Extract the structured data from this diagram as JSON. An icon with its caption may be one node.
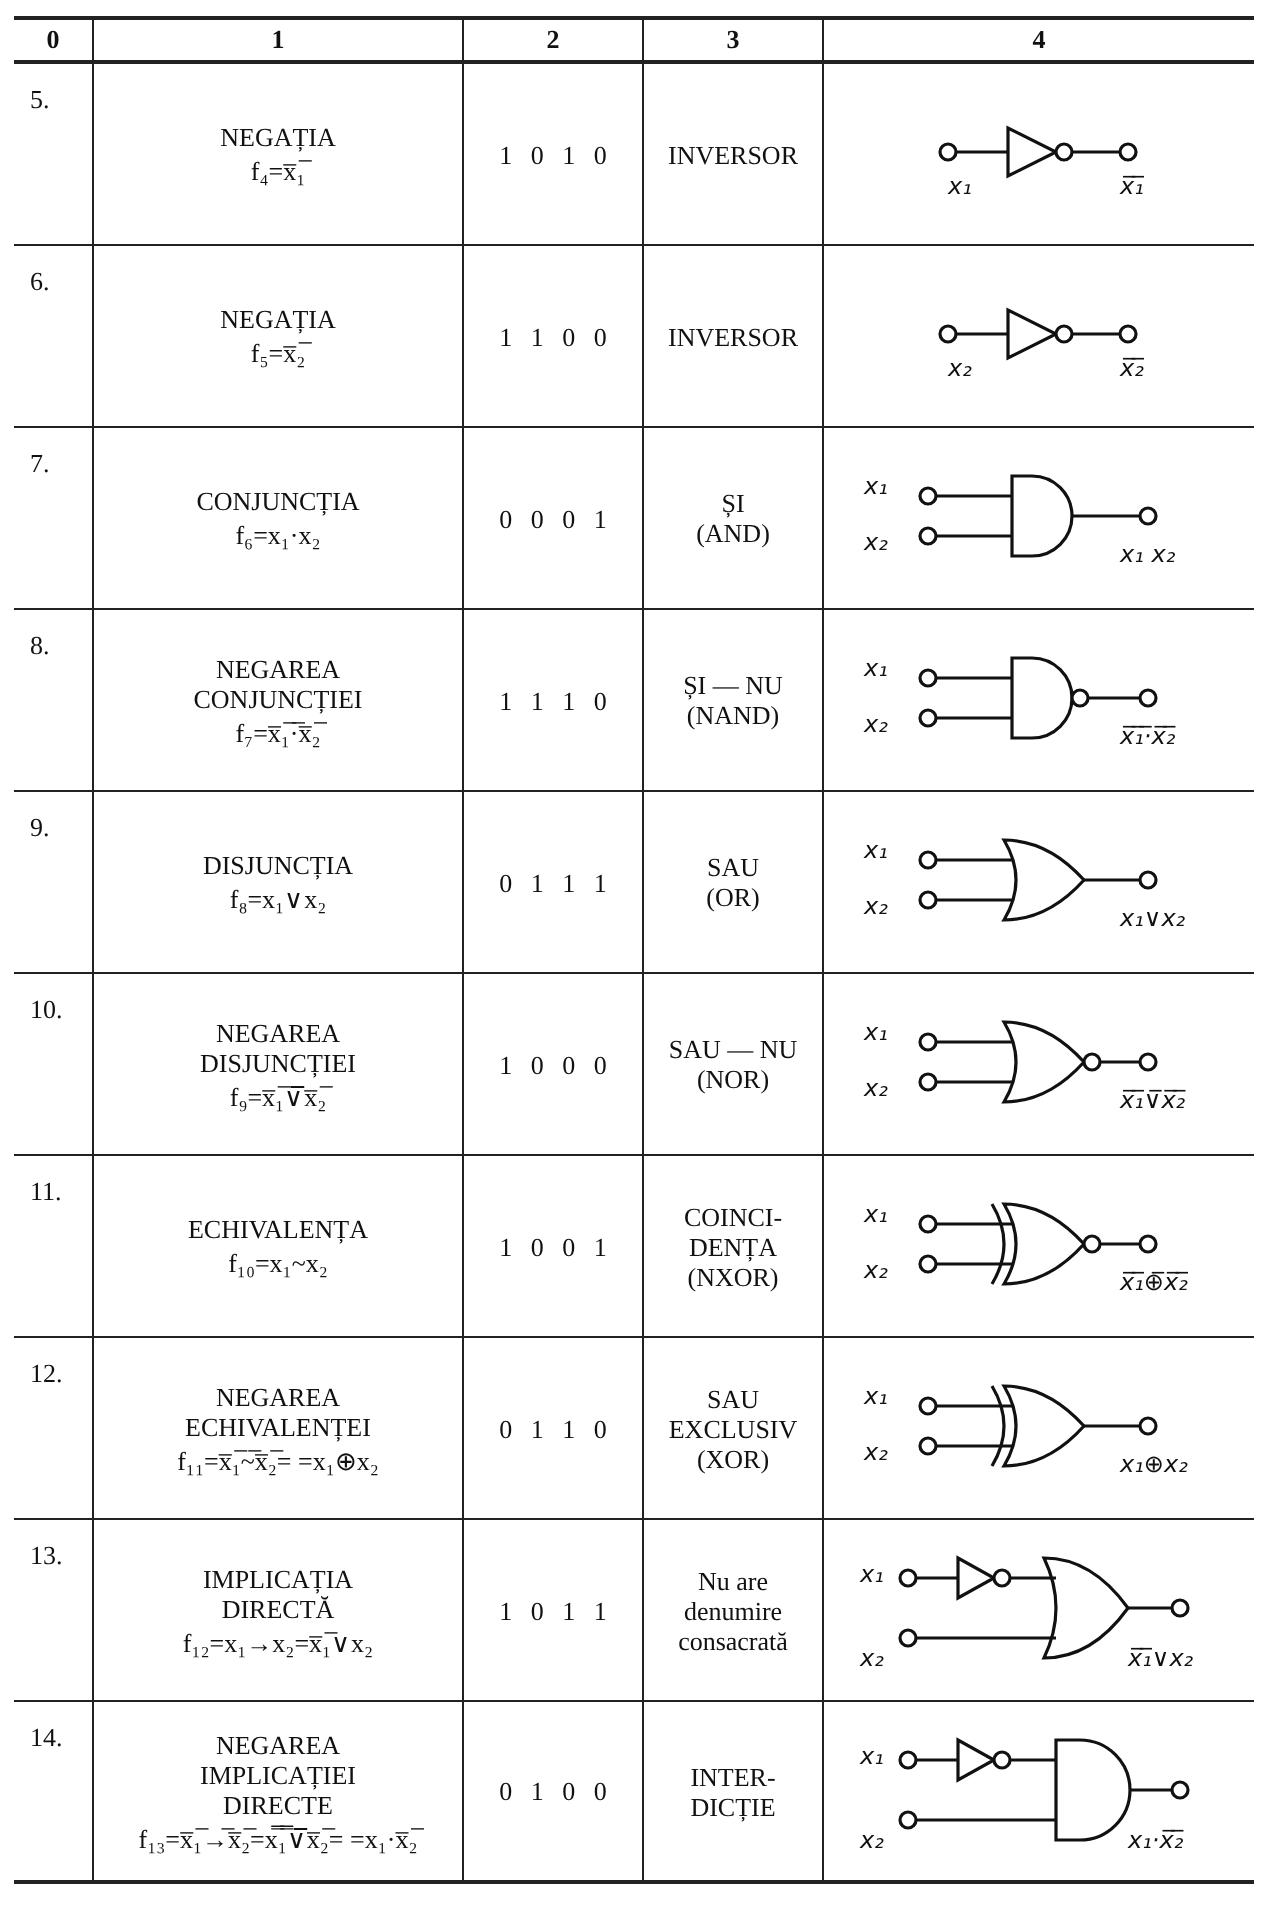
{
  "diagram": {
    "labels": [
      "0",
      "1",
      "2",
      "3",
      "4",
      "5.",
      "NEGAȚIA",
      "f₄=x̅₁̅",
      "1 0 1 0",
      "INVERSOR",
      "x₁",
      "x̅₁̅",
      "6.",
      "NEGAȚIA",
      "f₅=x̅₂̅",
      "1 1 0 0",
      "INVERSOR",
      "x₂",
      "x̅₂̅",
      "7.",
      "CONJUNCȚIA",
      "f₆=x₁·x₂",
      "0 0 0 1",
      "ȘI",
      "(AND)",
      "x₁",
      "x₂",
      "x₁ x₂",
      "8.",
      "NEGAREA CONJUNCȚIEI",
      "f₇=x̅₁̅·̅x̅₂̅",
      "1 1 1 0",
      "ȘI — NU",
      "(NAND)",
      "x₁",
      "x₂",
      "x̅₁̅·̅x̅₂̅",
      "9.",
      "DISJUNCȚIA",
      "f₈=x₁∨x₂",
      "0 1 1 1",
      "SAU",
      "(OR)",
      "x₁",
      "x₂",
      "x₁∨x₂",
      "10.",
      "NEGAREA DISJUNCȚIEI",
      "f₉=x̅₁̅∨̅x̅₂̅",
      "1 0 0 0",
      "SAU — NU",
      "(NOR)",
      "x₁",
      "x₂",
      "x̅₁̅∨̅x̅₂̅",
      "11.",
      "ECHIVALENȚA",
      "f₁₀=x₁~x₂",
      "1 0 0 1",
      "COINCI-",
      "DENȚA",
      "(NXOR)",
      "x₁",
      "x₂",
      "x̅₁̅⊕̅x̅₂̅",
      "12.",
      "NEGAREA ECHIVALENȚEI",
      "f₁₁=x̅₁̅~̅x̅₂̅= =x₁⊕x₂",
      "0 1 1 0",
      "SAU",
      "EXCLUSIV",
      "(XOR)",
      "x₁",
      "x₂",
      "x₁⊕x₂",
      "13.",
      "IMPLICAȚIA DIRECTĂ",
      "f₁₂=x₁→x₂=x̅₁̅∨x₂",
      "1 0 1 1",
      "Nu are",
      "denumire",
      "consacrată",
      "x₁",
      "x₂",
      "x̅₁̅∨x₂",
      "14.",
      "NEGAREA IMPLICAȚIEI DIRECTE",
      "f₁₃=x̅₁̅→̅x̅₂̅=x̿₁̿∨̅x̅₂̅= =x₁·x̅₂̅",
      "0 1 0 0",
      "INTER-",
      "DICȚIE",
      "x₁",
      "x₂",
      "x₁·x̅₂̅"
    ]
  }
}
